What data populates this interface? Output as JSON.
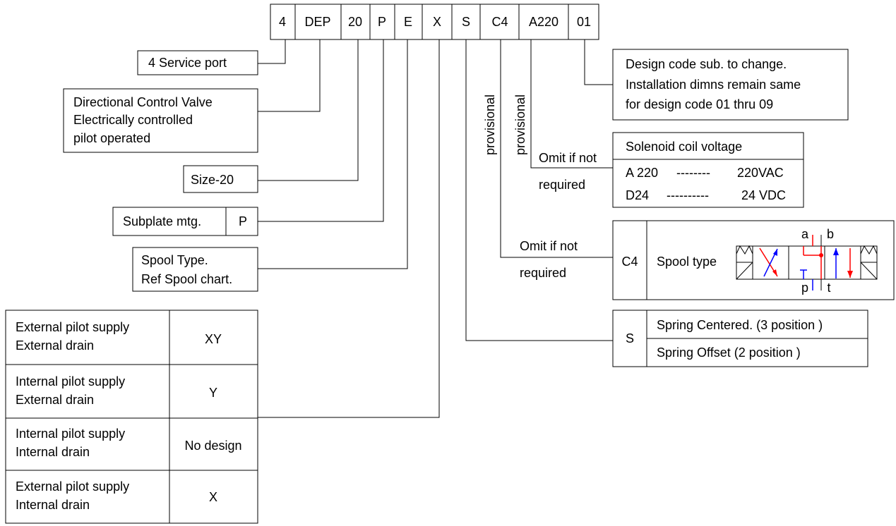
{
  "code_cells": [
    "4",
    "DEP",
    "20",
    "P",
    "E",
    "X",
    "S",
    "C4",
    "A220",
    "01"
  ],
  "left": {
    "service_port": "4 Service port",
    "valve_lines": [
      "Directional Control Valve",
      "Electrically controlled",
      "pilot operated"
    ],
    "size": "Size-20",
    "mounting_label": "Subplate mtg.",
    "mounting_code": "P",
    "spool_lines": [
      "Spool Type.",
      "Ref Spool chart."
    ]
  },
  "pilot_table": [
    {
      "lines": [
        "External pilot supply",
        "External drain"
      ],
      "code": "XY"
    },
    {
      "lines": [
        "Internal pilot supply",
        "External drain"
      ],
      "code": "Y"
    },
    {
      "lines": [
        "Internal pilot supply",
        "Internal drain"
      ],
      "code": "No design"
    },
    {
      "lines": [
        "External pilot supply",
        "Internal drain"
      ],
      "code": "X"
    }
  ],
  "right": {
    "design_lines": [
      "Design code sub. to change.",
      "Installation dimns remain same",
      "for design code 01 thru 09"
    ],
    "provisional": "provisional",
    "omit_line1": "Omit if not",
    "omit_line2": "required",
    "voltage_title": "Solenoid coil voltage",
    "voltage_rows": [
      {
        "code": "A 220",
        "dash": "--------",
        "value": "220VAC"
      },
      {
        "code": "D24",
        "dash": "----------",
        "value": "24 VDC"
      }
    ],
    "spool_code": "C4",
    "spool_label": "Spool type",
    "ports": {
      "a": "a",
      "b": "b",
      "p": "p",
      "t": "t"
    },
    "spring_code": "S",
    "spring_rows": [
      "Spring Centered.  (3 position )",
      "Spring Offset  (2 position )"
    ]
  },
  "colors": {
    "line": "#000000",
    "pressure": "#ff0000",
    "return": "#0000ff"
  }
}
